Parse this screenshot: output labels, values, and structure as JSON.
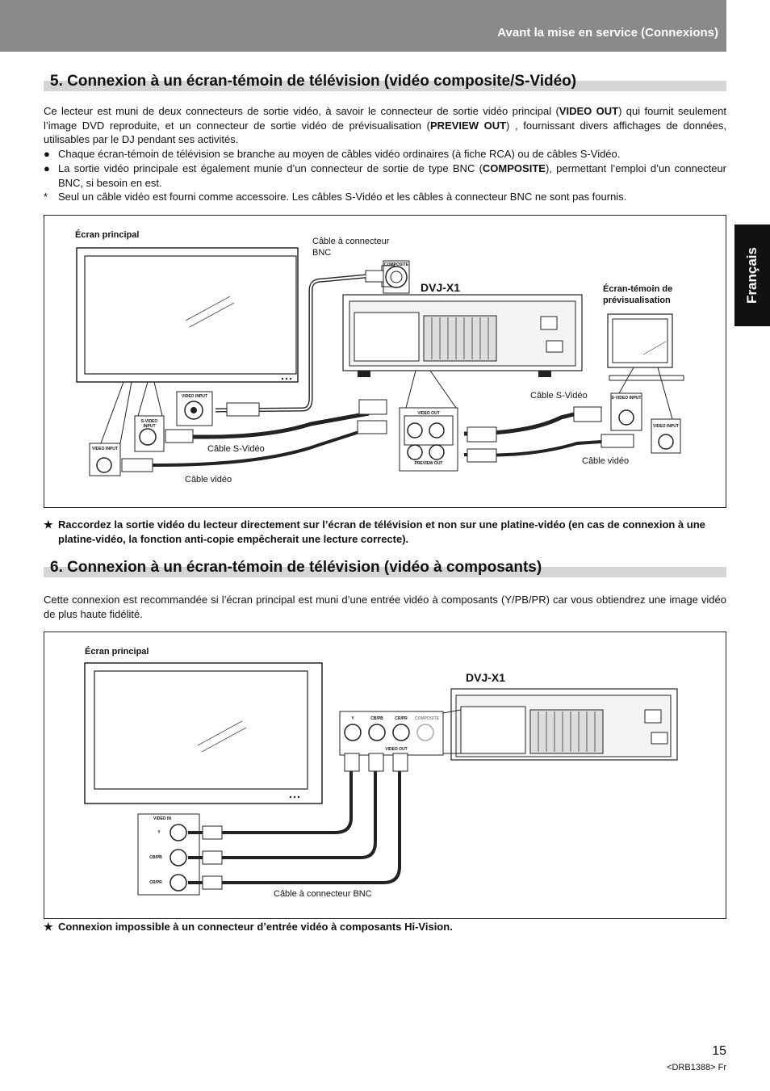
{
  "header": {
    "title": "Avant la mise en service (Connexions)"
  },
  "lang_tab": "Français",
  "section5": {
    "title": "5. Connexion à un écran-témoin de télévision (vidéo composite/S-Vidéo)",
    "intro_1": "Ce lecteur est muni de deux connecteurs de sortie vidéo, à savoir le connecteur de sortie vidéo principal (",
    "intro_b1": "VIDEO OUT",
    "intro_2": ") qui fournit seulement l’image DVD reproduite, et un connecteur de sortie vidéo de prévisualisation (",
    "intro_b2": "PREVIEW OUT",
    "intro_3": ") , fournissant divers affichages de données, utilisables par le DJ pendant ses activités.",
    "bullet1": "Chaque écran-témoin de télévision se branche au moyen de câbles vidéo ordinaires (à fiche RCA) ou de câbles S-Vidéo.",
    "bullet2_a": "La sortie vidéo principale est également munie d’un connecteur de sortie de type BNC (",
    "bullet2_b": "COMPOSITE",
    "bullet2_c": "), permettant l’emploi d’un connecteur BNC, si besoin en est.",
    "note": "Seul un câble vidéo est fourni comme accessoire. Les câbles S-Vidéo et les câbles à connecteur BNC ne sont pas fournis.",
    "bullet_mark": "●",
    "note_mark": "*",
    "figure": {
      "ecran_principal": "Écran principal",
      "cable_bnc": "Câble à connecteur BNC",
      "dvj": "DVJ-X1",
      "ecran_temoin": "Écran-témoin de prévisualisation",
      "cable_svideo": "Câble S-Vidéo",
      "cable_video": "Câble vidéo",
      "composite": "COMPOSITE",
      "video_input": "VIDEO INPUT",
      "s_video_input": "S-VIDEO INPUT",
      "video_out": "VIDEO OUT",
      "preview_out": "PREVIEW OUT"
    },
    "warning": "Raccordez la sortie vidéo du lecteur directement sur l’écran de télévision et non sur une platine-vidéo (en cas de connexion à une platine-vidéo, la fonction anti-copie empêcherait une lecture correcte).",
    "star_mark": "★"
  },
  "section6": {
    "title": "6. Connexion à un écran-témoin de télévision (vidéo à composants)",
    "intro": "Cette connexion est recommandée si l’écran principal est muni d’une entrée vidéo à composants (Y/PB/PR) car vous obtiendrez une image vidéo de plus haute fidélité.",
    "figure": {
      "ecran_principal": "Écran principal",
      "dvj": "DVJ-X1",
      "cable_bnc": "Câble à connecteur BNC",
      "video_in": "VIDEO IN",
      "y": "Y",
      "cb": "CB/PB",
      "cr": "CR/PR",
      "composite": "COMPOSITE",
      "video_out": "VIDEO OUT"
    },
    "warning": "Connexion impossible à un connecteur d’entrée vidéo à composants Hi-Vision.",
    "star_mark": "★"
  },
  "footer": {
    "page": "15",
    "doc_id": "<DRB1388> Fr"
  }
}
